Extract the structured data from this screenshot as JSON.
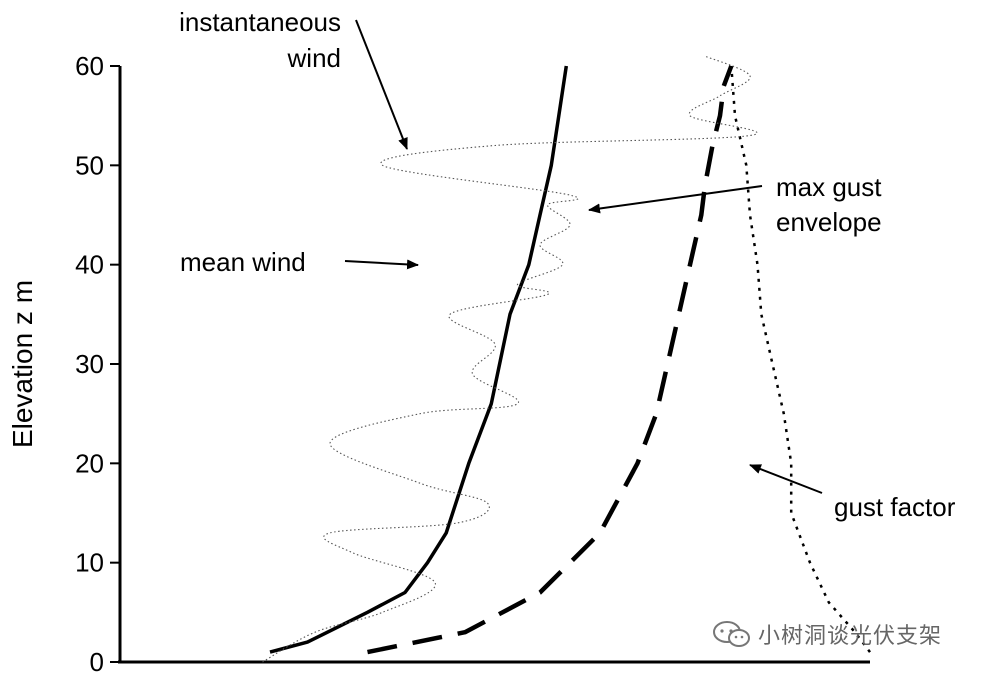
{
  "chart_data": {
    "type": "line",
    "title": "",
    "ylabel": "Elevation  z m",
    "xlabel": "",
    "ylim": [
      0,
      60
    ],
    "yticks": [
      "0",
      "10",
      "20",
      "30",
      "40",
      "50",
      "60"
    ],
    "xlim": [
      0,
      10
    ],
    "grid": false,
    "series": [
      {
        "name": "mean wind",
        "style": "solid",
        "x": [
          2.0,
          2.5,
          3.3,
          3.8,
          4.1,
          4.35,
          4.65,
          4.95,
          5.2,
          5.45,
          5.6,
          5.75,
          5.85,
          5.95
        ],
        "y": [
          1,
          2,
          5,
          7,
          10,
          13,
          20,
          26,
          35,
          40,
          45,
          50,
          55,
          60
        ]
      },
      {
        "name": "max gust envelope",
        "style": "dashed",
        "x": [
          3.3,
          4.6,
          5.6,
          6.4,
          6.9,
          7.15,
          7.45,
          7.6,
          7.75,
          7.8,
          7.9,
          8.0,
          8.05,
          8.15
        ],
        "y": [
          1,
          3,
          7,
          13,
          20,
          25,
          35,
          40,
          45,
          48,
          52,
          55,
          58,
          60
        ]
      },
      {
        "name": "gust factor",
        "style": "dotted",
        "x": [
          10.0,
          9.8,
          9.45,
          9.2,
          8.95,
          8.95,
          8.85,
          8.7,
          8.55,
          8.5,
          8.4,
          8.35,
          8.2,
          8.15
        ],
        "y": [
          1,
          3,
          6,
          10,
          15,
          20,
          25,
          30,
          35,
          40,
          45,
          50,
          55,
          60
        ]
      },
      {
        "name": "instantaneous wind",
        "style": "thin-dotted",
        "x": [
          1.9,
          2.6,
          3.5,
          4.2,
          3.1,
          2.8,
          4.5,
          4.9,
          4.0,
          2.8,
          4.0,
          5.3,
          4.7,
          5.0,
          4.4,
          5.7,
          5.3,
          5.9,
          5.6,
          6.0,
          5.7,
          6.0,
          3.5,
          5.0,
          8.4,
          7.6,
          8.0,
          8.4,
          7.8
        ],
        "y": [
          0,
          3,
          5,
          8,
          11,
          13,
          14,
          16,
          18,
          22,
          25,
          26,
          29,
          32,
          35,
          37,
          38,
          40,
          42,
          44,
          46,
          47,
          50,
          52,
          53,
          55,
          57,
          59,
          61
        ]
      }
    ],
    "annotations": {
      "instantaneous_line1": "instantaneous",
      "instantaneous_line2": "wind",
      "mean_wind": "mean wind",
      "max_gust_line1": "max gust",
      "max_gust_line2": "envelope",
      "gust_factor": "gust factor"
    }
  },
  "watermark": {
    "text": "小树洞谈光伏支架",
    "icon": "wechat-icon"
  }
}
